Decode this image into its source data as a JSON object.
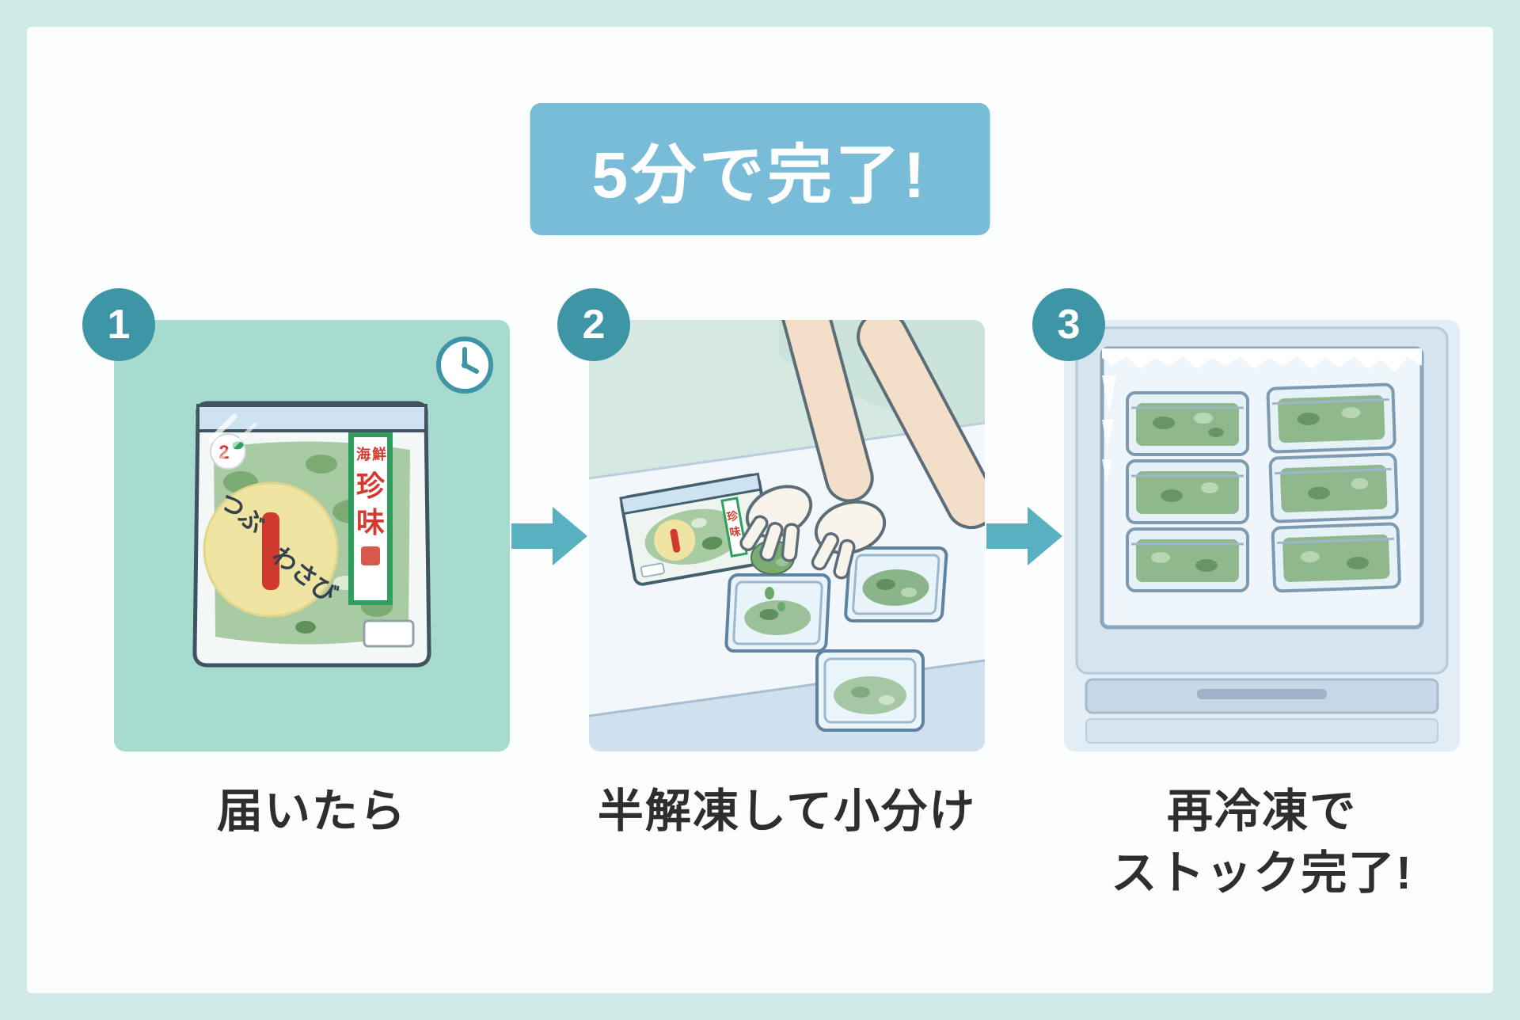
{
  "title": "5分で完了!",
  "steps": [
    {
      "number": "1",
      "caption": "届いたら"
    },
    {
      "number": "2",
      "caption": "半解凍して小分け"
    },
    {
      "number": "3",
      "caption": "再冷凍で",
      "caption2": "ストック完了!"
    }
  ],
  "package": {
    "brand_chars": [
      "海",
      "鮮",
      "珍",
      "味"
    ],
    "product_name_part1": "つぶ",
    "product_name_part2": "わさび",
    "logo_number": "2"
  },
  "icons": {
    "clock": "clock-icon",
    "arrow_between_steps": "arrow-right-icon"
  },
  "colors": {
    "outer_border": "#cfe9e4",
    "card_bg": "#fcfdfd",
    "title_bg": "#79bcd7",
    "title_text": "#ffffff",
    "badge_bg": "#3e95a5",
    "arrow": "#58b0c0",
    "panel1_bg": "#a7dbcd",
    "panel2_bg": "#d5e9e2",
    "panel3_bg": "#e3edf5",
    "caption_text": "#2e2e2e",
    "brand_text": "#d23b2f",
    "product_green": "#8fb88d"
  }
}
